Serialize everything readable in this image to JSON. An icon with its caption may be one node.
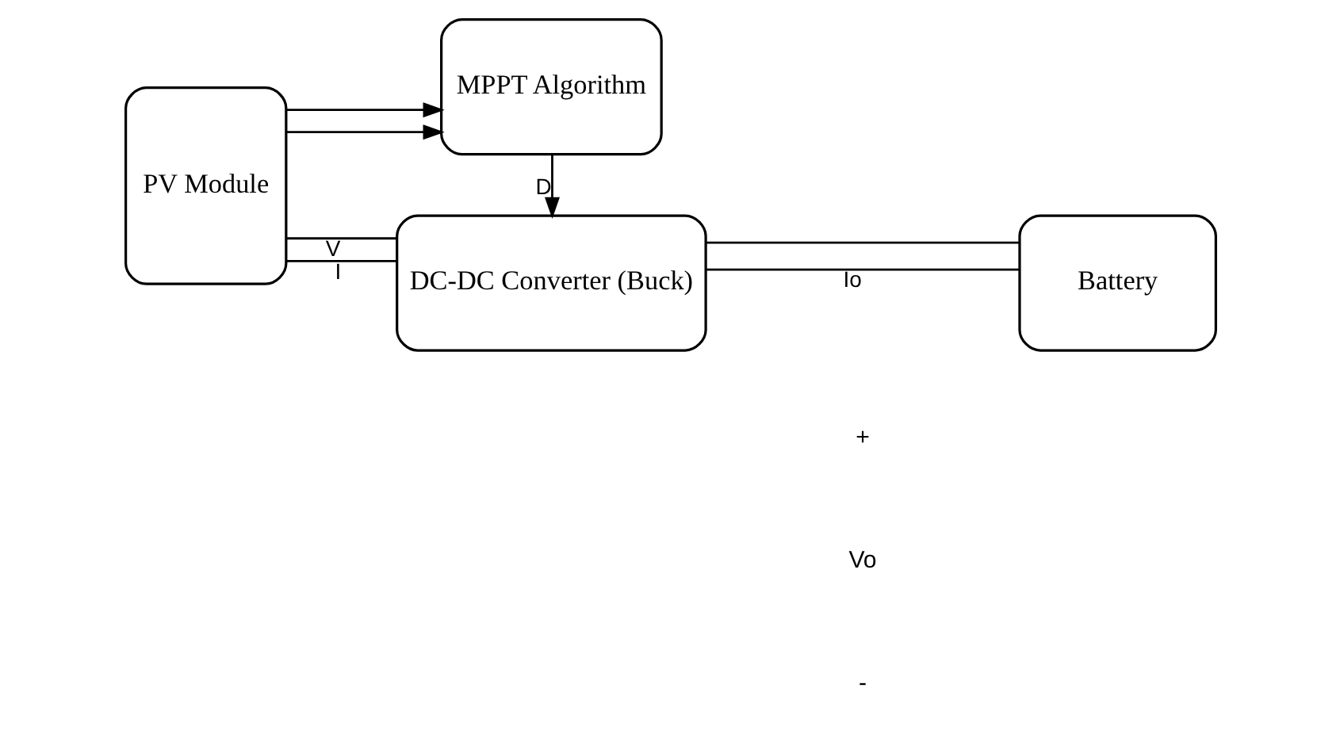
{
  "diagram": {
    "nodes": [
      {
        "text": [
          "PV Module"
        ]
      },
      {
        "text": [
          "DC-DC Converter (Buck)"
        ]
      },
      {
        "text": [
          "Battery"
        ]
      },
      {
        "text": [
          "MPPT Algorithm"
        ]
      }
    ],
    "edges": [
      {
        "from": 0,
        "to": 1,
        "arrow": "none",
        "label": "I"
      },
      {
        "from": 0,
        "to": 1,
        "arrow": "none",
        "label": "V"
      },
      {
        "from": 1,
        "to": 2,
        "arrow": "none",
        "label": "Io"
      },
      {
        "from": 1,
        "to": 2,
        "arrow": "none"
      },
      {
        "from": 0,
        "to": 3,
        "arrow": "to"
      },
      {
        "from": 0,
        "to": 3,
        "arrow": "to"
      },
      {
        "from": 3,
        "to": 1,
        "arrow": "to",
        "label": "D"
      }
    ],
    "labels": [
      "+",
      "Vo",
      "-"
    ]
  }
}
